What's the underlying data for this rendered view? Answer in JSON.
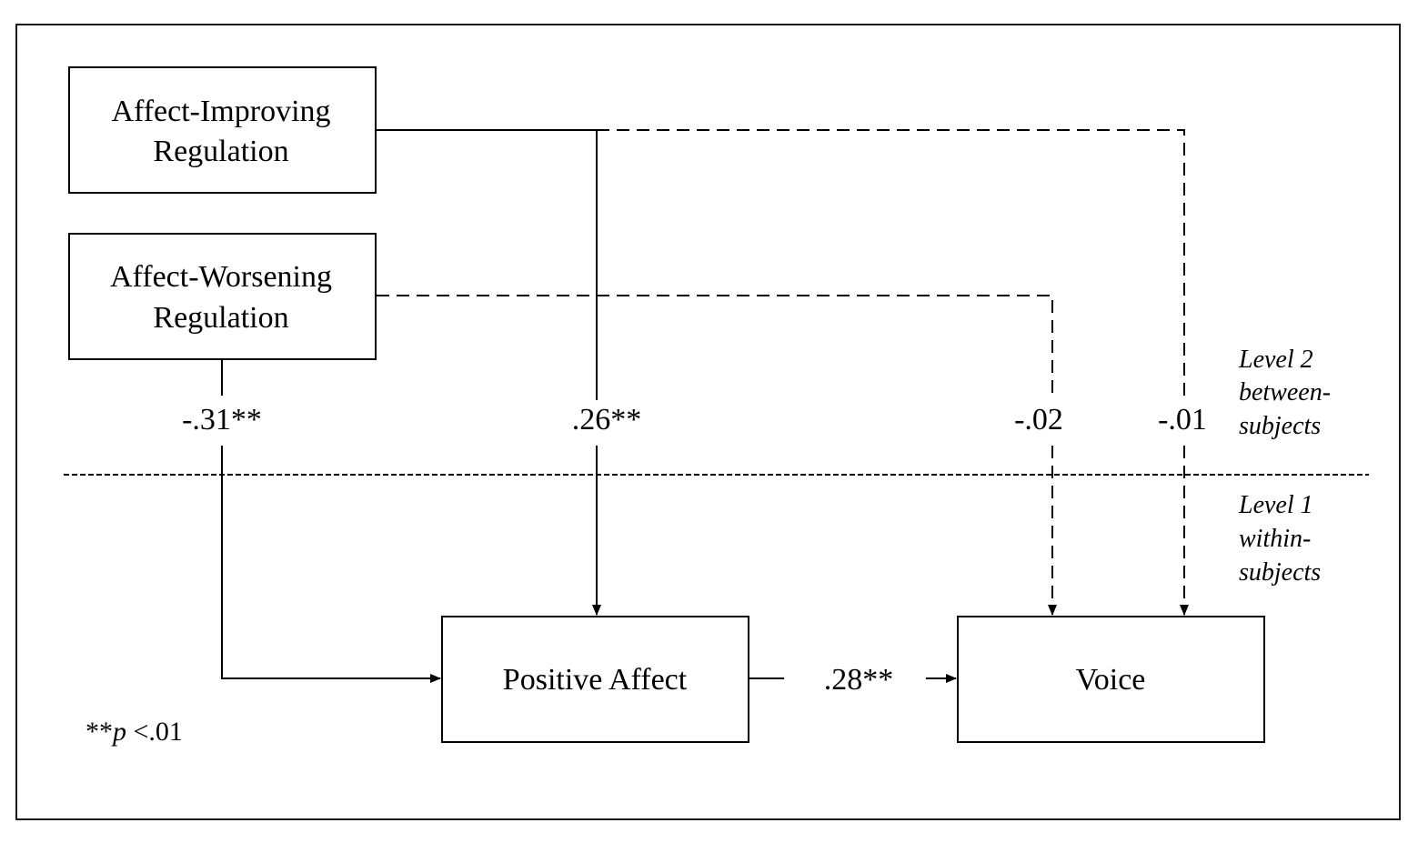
{
  "nodes": {
    "affect_improving": {
      "line1": "Affect-Improving",
      "line2": "Regulation"
    },
    "affect_worsening": {
      "line1": "Affect-Worsening",
      "line2": "Regulation"
    },
    "positive_affect": {
      "label": "Positive Affect"
    },
    "voice": {
      "label": "Voice"
    }
  },
  "paths": {
    "worsening_to_pa": [
      "-.31",
      "**"
    ],
    "improving_to_pa": [
      ".26",
      "**"
    ],
    "worsening_to_voice": "-.02",
    "improving_to_voice": "-.01",
    "pa_to_voice": [
      ".28",
      "**"
    ]
  },
  "levels": {
    "level2": [
      "Level 2",
      "between-",
      "subjects"
    ],
    "level1": [
      "Level 1",
      "within-",
      "subjects"
    ]
  },
  "note": {
    "stars": "**",
    "p": "p",
    "threshold": " <.01"
  },
  "style": {
    "line_color": "#000000",
    "background": "#ffffff",
    "frame_color": "#1a1a1a"
  }
}
